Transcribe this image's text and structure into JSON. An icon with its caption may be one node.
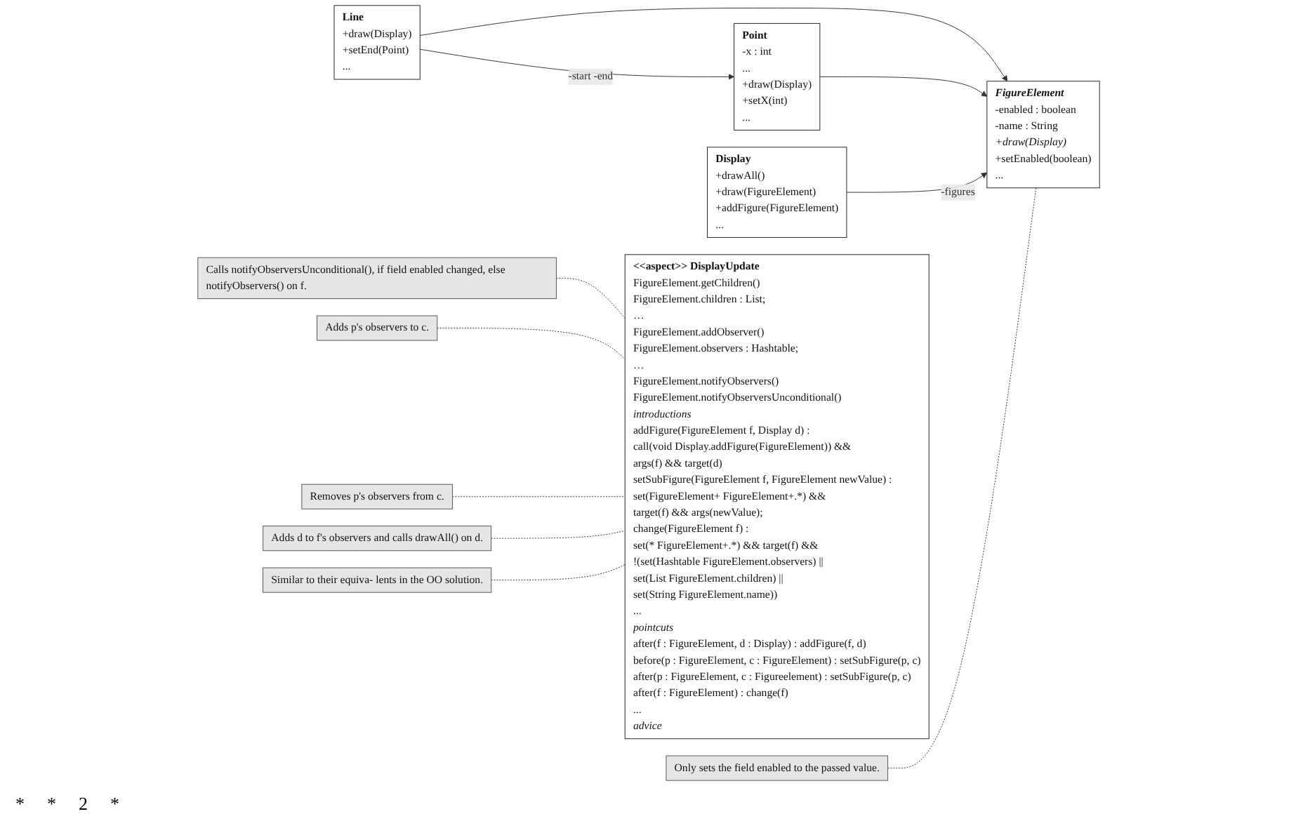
{
  "diagram": {
    "nodes": [
      {
        "text": [
          "Only sets the field enabled to the passed value."
        ]
      },
      {
        "text": [
          "Display",
          "+drawAll()",
          "+draw(FigureElement)",
          "+addFigure(FigureElement)",
          "..."
        ]
      },
      {
        "text": [
          "FigureElement",
          "-enabled : boolean",
          "-name : String",
          "+draw(Display)",
          "+setEnabled(boolean)",
          "..."
        ]
      },
      {
        "text": [
          "Point",
          "-x : int",
          "...",
          "+draw(Display)",
          "+setX(int)",
          "..."
        ]
      },
      {
        "text": [
          "Line",
          "+draw(Display)",
          "+setEnd(Point)",
          "..."
        ]
      },
      {
        "text": [
          "Similar to their equiva- lents in the OO solution."
        ]
      },
      {
        "text": [
          "Adds d to f's observers and calls drawAll() on d."
        ]
      },
      {
        "text": [
          "Removes p's observers from c."
        ]
      },
      {
        "text": [
          "Adds p's observers to c."
        ]
      },
      {
        "text": [
          "Calls notifyObserversUnconditional(), if field enabled changed, else notifyObservers() on f."
        ]
      },
      {
        "text": [
          "<<aspect>> DisplayUpdate",
          "FigureElement.getChildren()",
          "FigureElement.children : List;",
          "…",
          "FigureElement.addObserver()",
          "FigureElement.observers : Hashtable;",
          "…",
          "FigureElement.notifyObservers()",
          "FigureElement.notifyObserversUnconditional()",
          "introductions",
          "addFigure(FigureElement f, Display d) :",
          "call(void Display.addFigure(FigureElement)) &&",
          "args(f) && target(d)",
          "setSubFigure(FigureElement f, FigureElement newValue) :",
          "set(FigureElement+ FigureElement+.*) &&",
          "target(f) && args(newValue);",
          "change(FigureElement f) :",
          "set(* FigureElement+.*) && target(f) &&",
          "!(set(Hashtable FigureElement.observers) ||",
          "set(List FigureElement.children) ||",
          "set(String FigureElement.name))",
          "...",
          "pointcuts",
          "after(f : FigureElement, d : Display) : addFigure(f, d)",
          "before(p : FigureElement, c : FigureElement) : setSubFigure(p, c)",
          "after(p : FigureElement, c : Figureelement) : setSubFigure(p, c)",
          "after(f : FigureElement) : change(f)",
          "...",
          "advice"
        ]
      }
    ],
    "edges": [
      {
        "from": 0,
        "to": 2,
        "arrow": "none",
        "style": "dashed"
      },
      {
        "from": 1,
        "to": 2,
        "arrow": "to",
        "label": "-figures"
      },
      {
        "from": 3,
        "to": 2,
        "arrow": "to"
      },
      {
        "from": 4,
        "to": 2,
        "arrow": "to"
      },
      {
        "from": 4,
        "to": 3,
        "arrow": "to",
        "label": "-start -end"
      },
      {
        "from": 5,
        "to": 10,
        "arrow": "none",
        "style": "dashed"
      },
      {
        "from": 6,
        "to": 10,
        "arrow": "none",
        "style": "dashed"
      },
      {
        "from": 7,
        "to": 10,
        "arrow": "none",
        "style": "dashed"
      },
      {
        "from": 8,
        "to": 10,
        "arrow": "none",
        "style": "dashed"
      },
      {
        "from": 9,
        "to": 10,
        "arrow": "none",
        "style": "dashed"
      }
    ],
    "labels": [
      "*",
      "*",
      "2",
      "*"
    ]
  }
}
